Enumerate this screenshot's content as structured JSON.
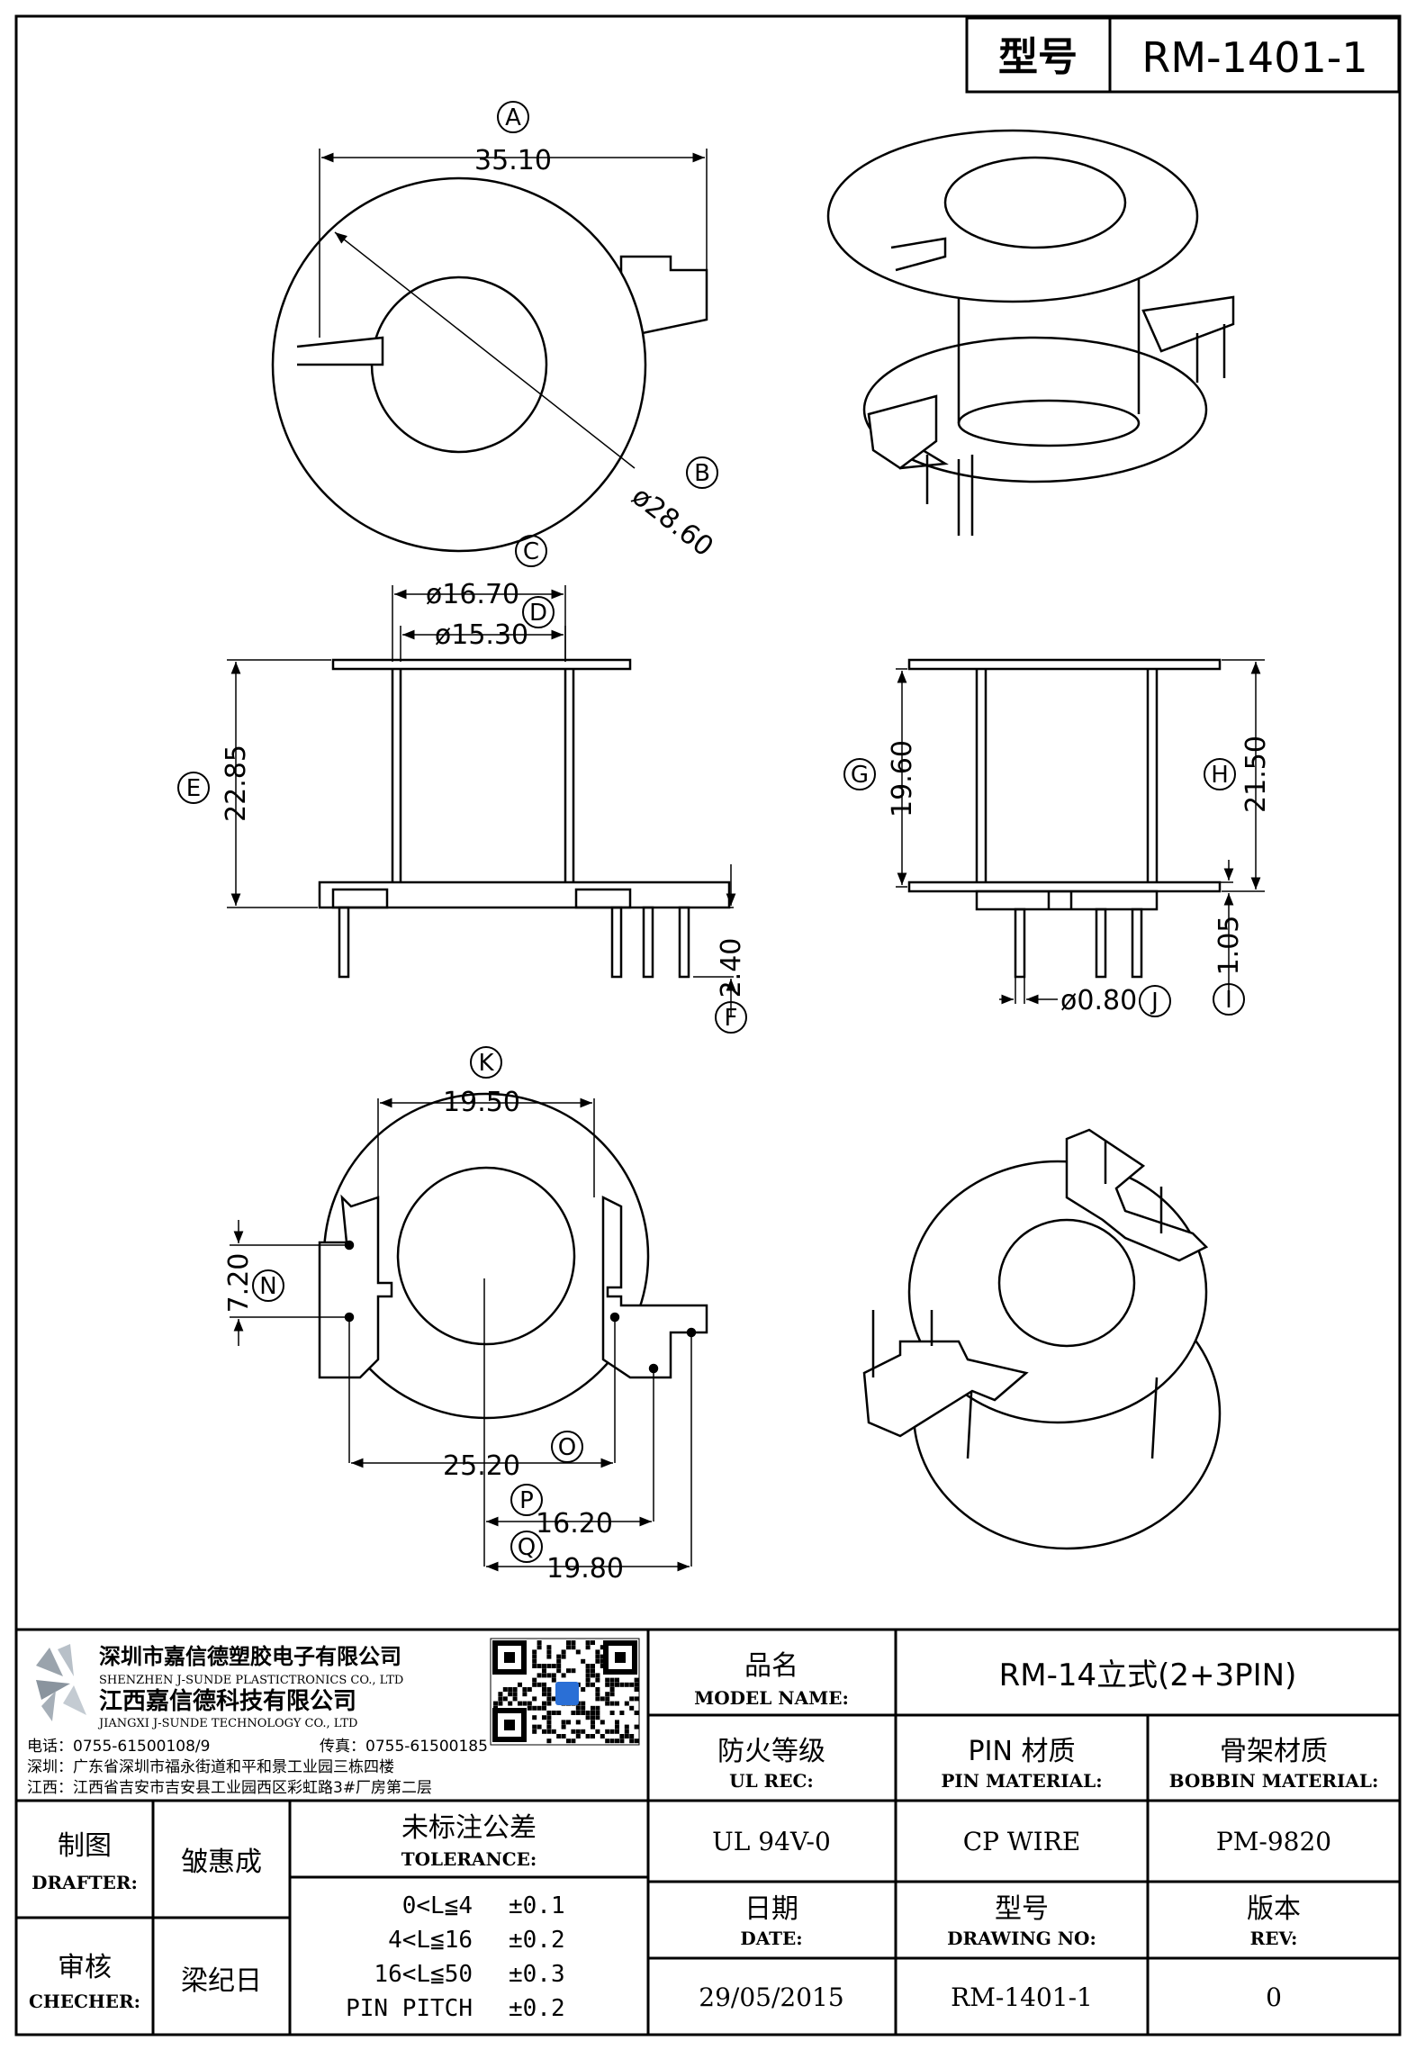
{
  "header": {
    "type_label": "型号",
    "type_value": "RM-1401-1"
  },
  "dimensions": {
    "A": {
      "letter": "A",
      "value": "35.10"
    },
    "B": {
      "letter": "B",
      "value": "ø28.60"
    },
    "C": {
      "letter": "C",
      "value": "ø16.70"
    },
    "D": {
      "letter": "D",
      "value": "ø15.30"
    },
    "E": {
      "letter": "E",
      "value": "22.85"
    },
    "F": {
      "letter": "F",
      "value": "2.40"
    },
    "G": {
      "letter": "G",
      "value": "19.60"
    },
    "H": {
      "letter": "H",
      "value": "21.50"
    },
    "I": {
      "letter": "I",
      "value": "1.05"
    },
    "J": {
      "letter": "J",
      "value": "ø0.80"
    },
    "K": {
      "letter": "K",
      "value": "19.50"
    },
    "N": {
      "letter": "N",
      "value": "7.20"
    },
    "O": {
      "letter": "O",
      "value": "25.20"
    },
    "P": {
      "letter": "P",
      "value": "16.20"
    },
    "Q": {
      "letter": "Q",
      "value": "19.80"
    }
  },
  "company": {
    "name_cn": "深圳市嘉信德塑胶电子有限公司",
    "name_en": "SHENZHEN J-SUNDE PLASTICTRONICS CO., LTD",
    "name2_cn": "江西嘉信德科技有限公司",
    "name2_en": "JIANGXI J-SUNDE TECHNOLOGY CO., LTD",
    "phone": "电话：0755-61500108/9",
    "fax": "传真：0755-61500185",
    "addr_sz": "深圳：广东省深圳市福永街道和平和景工业园三栋四楼",
    "addr_jx": "江西：江西省吉安市吉安县工业园西区彩虹路3#厂房第二层"
  },
  "title_block": {
    "model_name_cn": "品名",
    "model_name_en": "MODEL NAME:",
    "model_name_value": "RM-14立式(2+3PIN)",
    "ul_cn": "防火等级",
    "ul_en": "UL REC:",
    "ul_value": "UL 94V-0",
    "pin_cn": "PIN 材质",
    "pin_en": "PIN MATERIAL:",
    "pin_value": "CP WIRE",
    "bobbin_cn": "骨架材质",
    "bobbin_en": "BOBBIN MATERIAL:",
    "bobbin_value": "PM-9820",
    "drafter_cn": "制图",
    "drafter_en": "DRAFTER:",
    "drafter_value": "皱惠成",
    "checker_cn": "审核",
    "checker_en": "CHECHER:",
    "checker_value": "梁纪日",
    "tol_cn": "未标注公差",
    "tol_en": "TOLERANCE:",
    "tol_rows": [
      {
        "range": "0<L≦4",
        "value": "±0.1"
      },
      {
        "range": "4<L≦16",
        "value": "±0.2"
      },
      {
        "range": "16<L≦50",
        "value": "±0.3"
      },
      {
        "range": "PIN PITCH",
        "value": "±0.2"
      }
    ],
    "date_cn": "日期",
    "date_en": "DATE:",
    "date_value": "29/05/2015",
    "drawing_cn": "型号",
    "drawing_en": "DRAWING NO:",
    "drawing_value": "RM-1401-1",
    "rev_cn": "版本",
    "rev_en": "REV:",
    "rev_value": "0"
  }
}
